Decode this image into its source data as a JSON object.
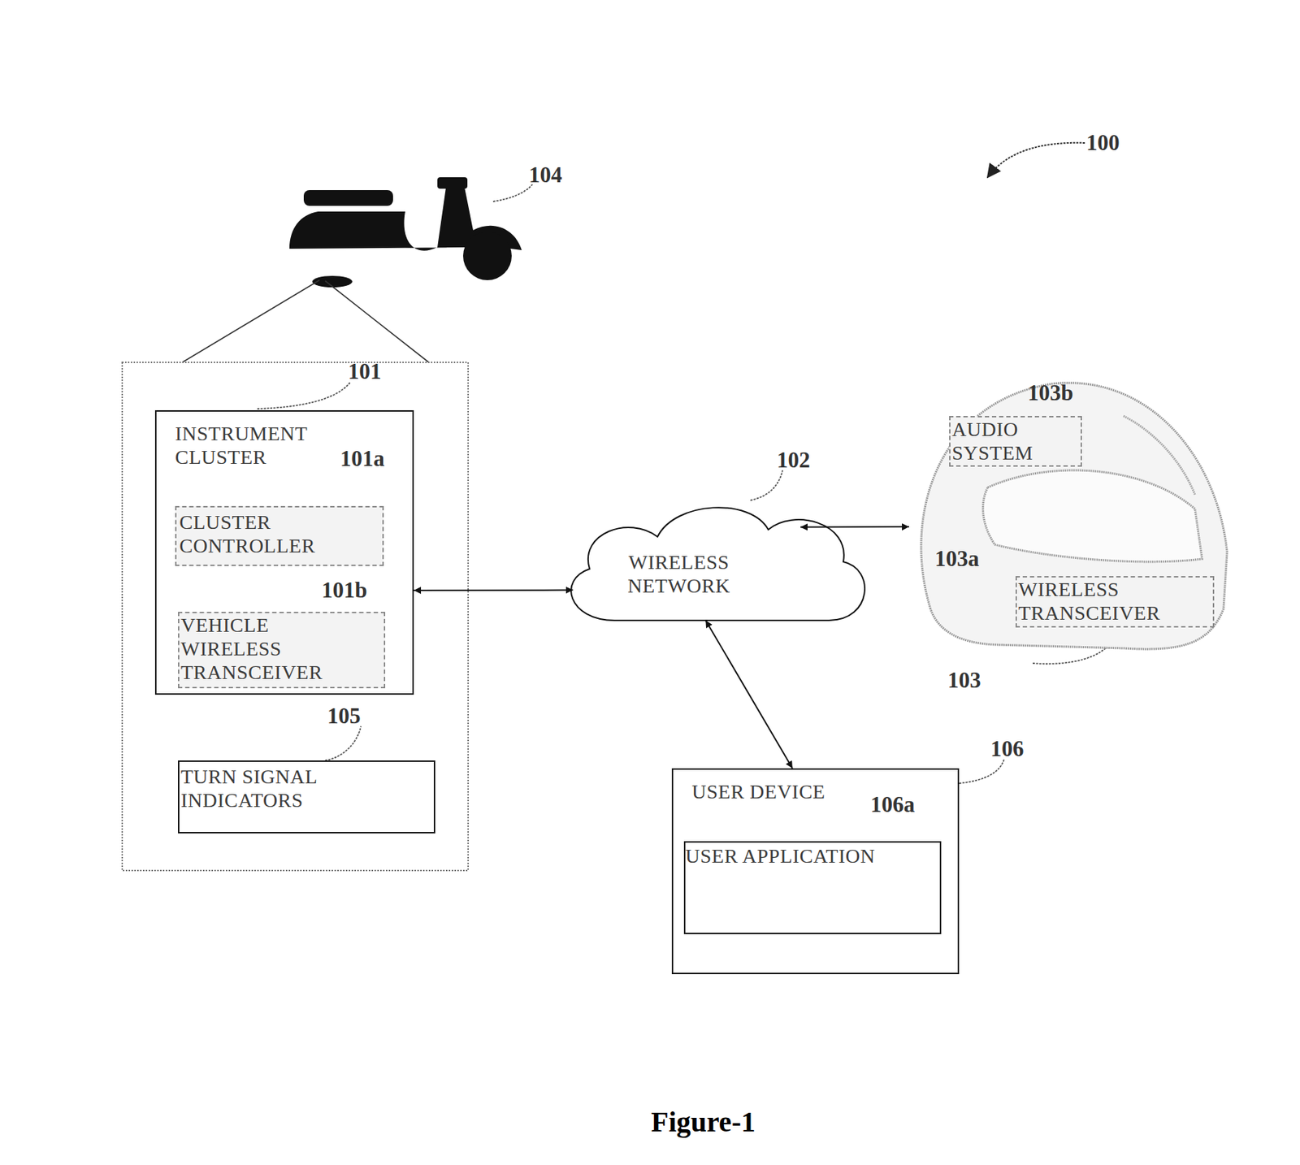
{
  "diagram": {
    "caption": "Figure-1",
    "nodes": [
      {
        "text": [
          "INSTRUMENT CLUSTER"
        ]
      },
      {
        "text": [
          "CLUSTER CONTROLLER"
        ],
        "in": 0
      },
      {
        "text": [
          "VEHICLE WIRELESS TRANSCEIVER"
        ],
        "in": 0
      },
      {
        "text": [
          "TURN SIGNAL INDICATORS"
        ]
      },
      {
        "text": [
          "WIRELESS NETWORK"
        ]
      },
      {
        "text": [
          "103"
        ]
      },
      {
        "text": [
          "AUDIO SYSTEM"
        ],
        "in": 5
      },
      {
        "text": [
          "WIRELESS TRANSCEIVER"
        ],
        "in": 5
      },
      {
        "text": [
          "USER DEVICE"
        ]
      },
      {
        "text": [
          "USER APPLICATION"
        ],
        "in": 8
      }
    ],
    "edges": [
      {
        "from": 4,
        "to": 0,
        "arrow": "both"
      },
      {
        "from": 4,
        "to": 5,
        "arrow": "both"
      },
      {
        "from": 4,
        "to": 8,
        "arrow": "both"
      }
    ],
    "labels": [
      "100",
      "104",
      "101",
      "101a",
      "101b",
      "105",
      "102",
      "103b",
      "103a",
      "106",
      "106a"
    ]
  }
}
